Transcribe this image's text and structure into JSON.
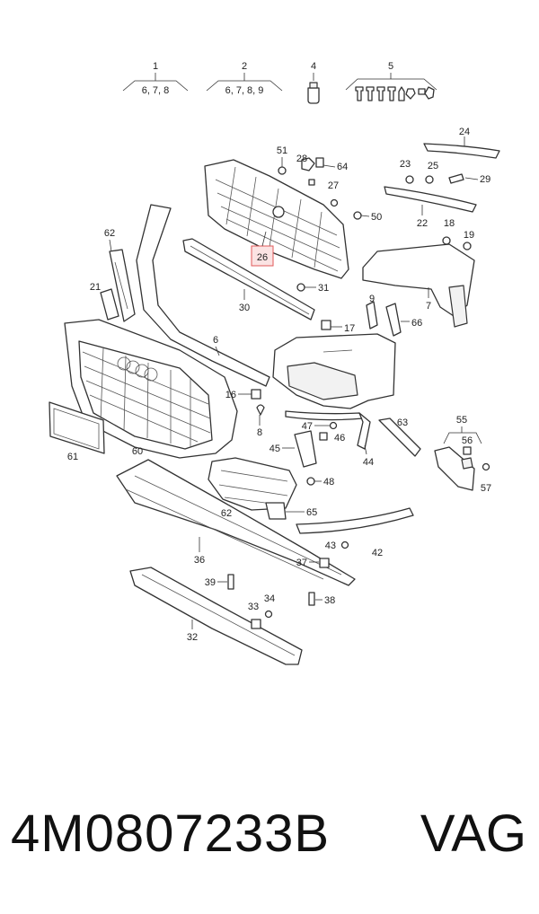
{
  "diagram": {
    "group_labels": [
      {
        "num": "1",
        "refs": "6, 7, 8"
      },
      {
        "num": "2",
        "refs": "6, 7, 8, 9"
      },
      {
        "num": "4",
        "refs": ""
      },
      {
        "num": "5",
        "refs": ""
      }
    ],
    "callouts": [
      "24",
      "51",
      "28",
      "64",
      "23",
      "25",
      "29",
      "27",
      "50",
      "22",
      "26",
      "62",
      "18",
      "19",
      "31",
      "21",
      "30",
      "9",
      "66",
      "7",
      "17",
      "6",
      "16",
      "47",
      "46",
      "63",
      "8",
      "55",
      "56",
      "45",
      "48",
      "44",
      "57",
      "61",
      "60",
      "62",
      "65",
      "43",
      "42",
      "36",
      "37",
      "39",
      "38",
      "33",
      "34",
      "32"
    ],
    "highlighted_callout": "26"
  },
  "footer": {
    "part_number": "4M0807233B",
    "brand": "VAG"
  }
}
